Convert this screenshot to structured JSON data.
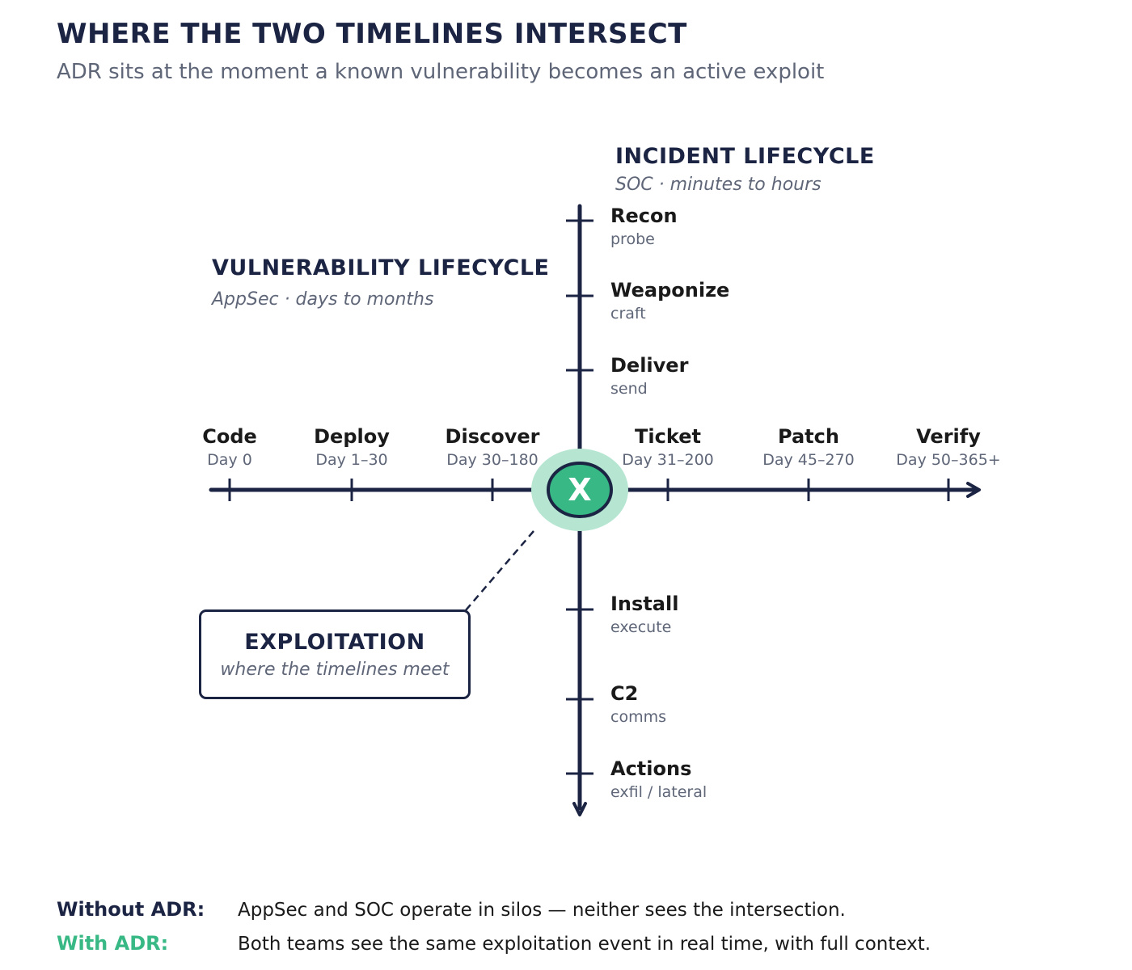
{
  "title": "WHERE THE TWO TIMELINES INTERSECT",
  "subtitle": "ADR sits at the moment a known vulnerability becomes an active exploit",
  "vulnerability": {
    "title": "VULNERABILITY LIFECYCLE",
    "subtitle": "AppSec  ·  days to months",
    "stages": [
      {
        "label": "Code",
        "sub": "Day 0"
      },
      {
        "label": "Deploy",
        "sub": "Day 1–30"
      },
      {
        "label": "Discover",
        "sub": "Day 30–180"
      },
      {
        "label": "Ticket",
        "sub": "Day 31–200"
      },
      {
        "label": "Patch",
        "sub": "Day 45–270"
      },
      {
        "label": "Verify",
        "sub": "Day 50–365+"
      }
    ]
  },
  "incident": {
    "title": "INCIDENT LIFECYCLE",
    "subtitle": "SOC  ·  minutes to hours",
    "stages": [
      {
        "label": "Recon",
        "sub": "probe"
      },
      {
        "label": "Weaponize",
        "sub": "craft"
      },
      {
        "label": "Deliver",
        "sub": "send"
      },
      {
        "label": "Install",
        "sub": "execute"
      },
      {
        "label": "C2",
        "sub": "comms"
      },
      {
        "label": "Actions",
        "sub": "exfil / lateral"
      }
    ]
  },
  "intersection": {
    "marker": "X"
  },
  "callout": {
    "title": "EXPLOITATION",
    "subtitle": "where the timelines meet"
  },
  "footer": {
    "without_label": "Without ADR:",
    "without_text": "AppSec and SOC operate in silos — neither sees the intersection.",
    "with_label": "With ADR:",
    "with_text": "Both teams see the same exploitation event in real time, with full context."
  },
  "colors": {
    "navy": "#1c2444",
    "accent": "#37b884",
    "accent_light": "#b6e6d2",
    "muted": "#5e6678"
  }
}
